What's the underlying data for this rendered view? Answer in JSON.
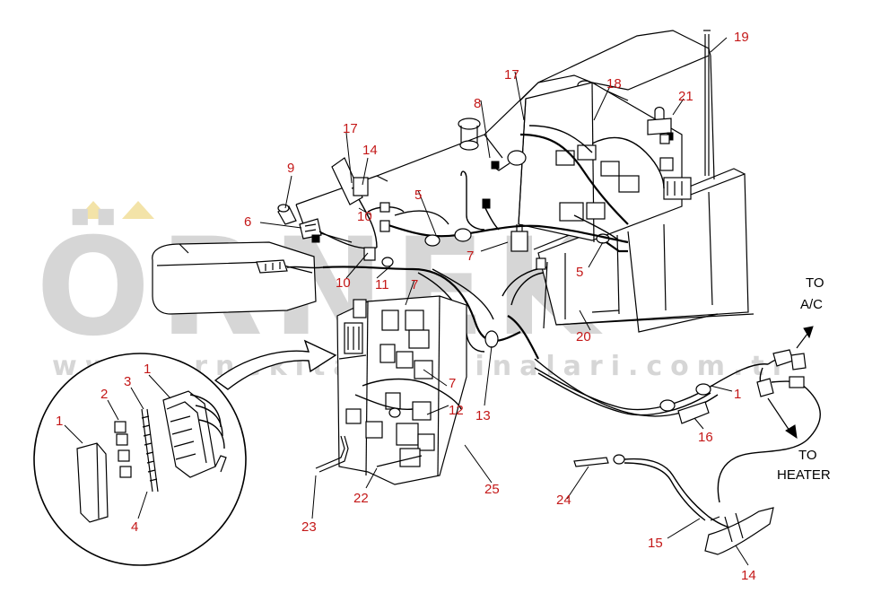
{
  "watermark": {
    "main_text": "ÖRNEK",
    "url_text": "www.ornekitapmakinalari.com.tr"
  },
  "callouts": [
    {
      "id": "c1",
      "text": "1"
    },
    {
      "id": "c2",
      "text": "2"
    },
    {
      "id": "c3",
      "text": "3"
    },
    {
      "id": "c1b",
      "text": "1"
    },
    {
      "id": "c1c",
      "text": "1"
    },
    {
      "id": "c4",
      "text": "4"
    },
    {
      "id": "c5a",
      "text": "5"
    },
    {
      "id": "c5b",
      "text": "5"
    },
    {
      "id": "c6",
      "text": "6"
    },
    {
      "id": "c7a",
      "text": "7"
    },
    {
      "id": "c7b",
      "text": "7"
    },
    {
      "id": "c7c",
      "text": "7"
    },
    {
      "id": "c8",
      "text": "8"
    },
    {
      "id": "c9",
      "text": "9"
    },
    {
      "id": "c10a",
      "text": "10"
    },
    {
      "id": "c10b",
      "text": "10"
    },
    {
      "id": "c11",
      "text": "11"
    },
    {
      "id": "c12",
      "text": "12"
    },
    {
      "id": "c13",
      "text": "13"
    },
    {
      "id": "c14a",
      "text": "14"
    },
    {
      "id": "c14b",
      "text": "14"
    },
    {
      "id": "c15",
      "text": "15"
    },
    {
      "id": "c16",
      "text": "16"
    },
    {
      "id": "c17a",
      "text": "17"
    },
    {
      "id": "c17b",
      "text": "17"
    },
    {
      "id": "c18",
      "text": "18"
    },
    {
      "id": "c19",
      "text": "19"
    },
    {
      "id": "c20",
      "text": "20"
    },
    {
      "id": "c21",
      "text": "21"
    },
    {
      "id": "c22",
      "text": "22"
    },
    {
      "id": "c23",
      "text": "23"
    },
    {
      "id": "c24",
      "text": "24"
    },
    {
      "id": "c25",
      "text": "25"
    }
  ],
  "notes": {
    "to_ac_line1": "TO",
    "to_ac_line2": "A/C",
    "to_heater_line1": "TO",
    "to_heater_line2": "HEATER"
  }
}
